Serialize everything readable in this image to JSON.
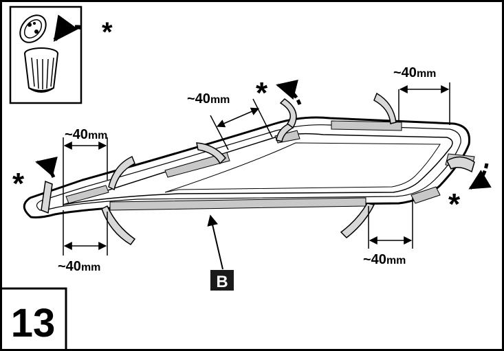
{
  "figure": {
    "step_number": "13",
    "part_label": "B",
    "asterisk": "*",
    "dimension_value": "~40",
    "dimension_unit": "mm"
  },
  "icons": {
    "inset": "waste-bin-icon",
    "asterisk": "asterisk-icon",
    "curved_arrow": "curved-arrow-icon"
  },
  "colors": {
    "outline": "#000000",
    "tape_gray": "#c8c8c8",
    "label_box": "#1a1a1a"
  }
}
